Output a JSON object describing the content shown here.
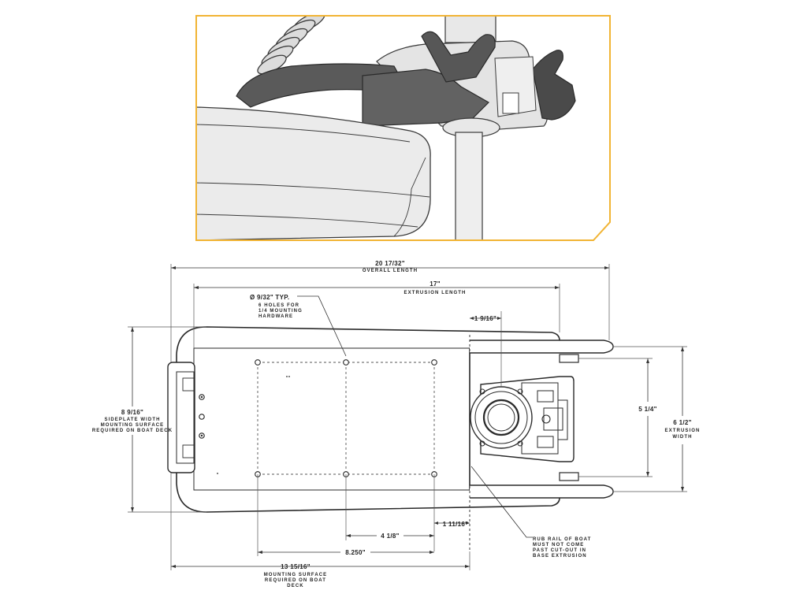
{
  "dimensions": {
    "overall_length": {
      "value": "20 17/32\"",
      "caption": "OVERALL LENGTH"
    },
    "extrusion_length": {
      "value": "17\"",
      "caption": "EXTRUSION LENGTH"
    },
    "hole_callout": {
      "value": "Ø 9/32\" TYP.",
      "line1": "6 HOLES FOR",
      "line2": "1/4 MOUNTING",
      "line3": "HARDWARE"
    },
    "offset_top": {
      "value": "1 9/16\""
    },
    "sideplate_width": {
      "value": "8 9/16\"",
      "line1": "SIDEPLATE WIDTH",
      "line2": "MOUNTING SURFACE",
      "line3": "REQUIRED ON BOAT DECK"
    },
    "rail_spacing": {
      "value": "5 1/4\""
    },
    "extrusion_width": {
      "value": "6 1/2\"",
      "line1": "EXTRUSION",
      "line2": "WIDTH"
    },
    "hole_spacing": {
      "value": "4 1/8\""
    },
    "offset_bottom": {
      "value": "1 11/16\""
    },
    "hole_span": {
      "value": "8.250\""
    },
    "mounting_surface": {
      "value": "13 15/16\"",
      "line1": "MOUNTING SURFACE",
      "line2": "REQUIRED ON BOAT",
      "line3": "DECK"
    },
    "rub_rail_note": {
      "line1": "RUB RAIL OF BOAT",
      "line2": "MUST NOT COME",
      "line3": "PAST CUT-OUT IN",
      "line4": "BASE EXTRUSION"
    }
  },
  "colors": {
    "frame_accent": "#f1b434",
    "body_fill": "#e6e6e6",
    "dark_part": "#5a5a5a",
    "line": "#2a2a2a"
  }
}
